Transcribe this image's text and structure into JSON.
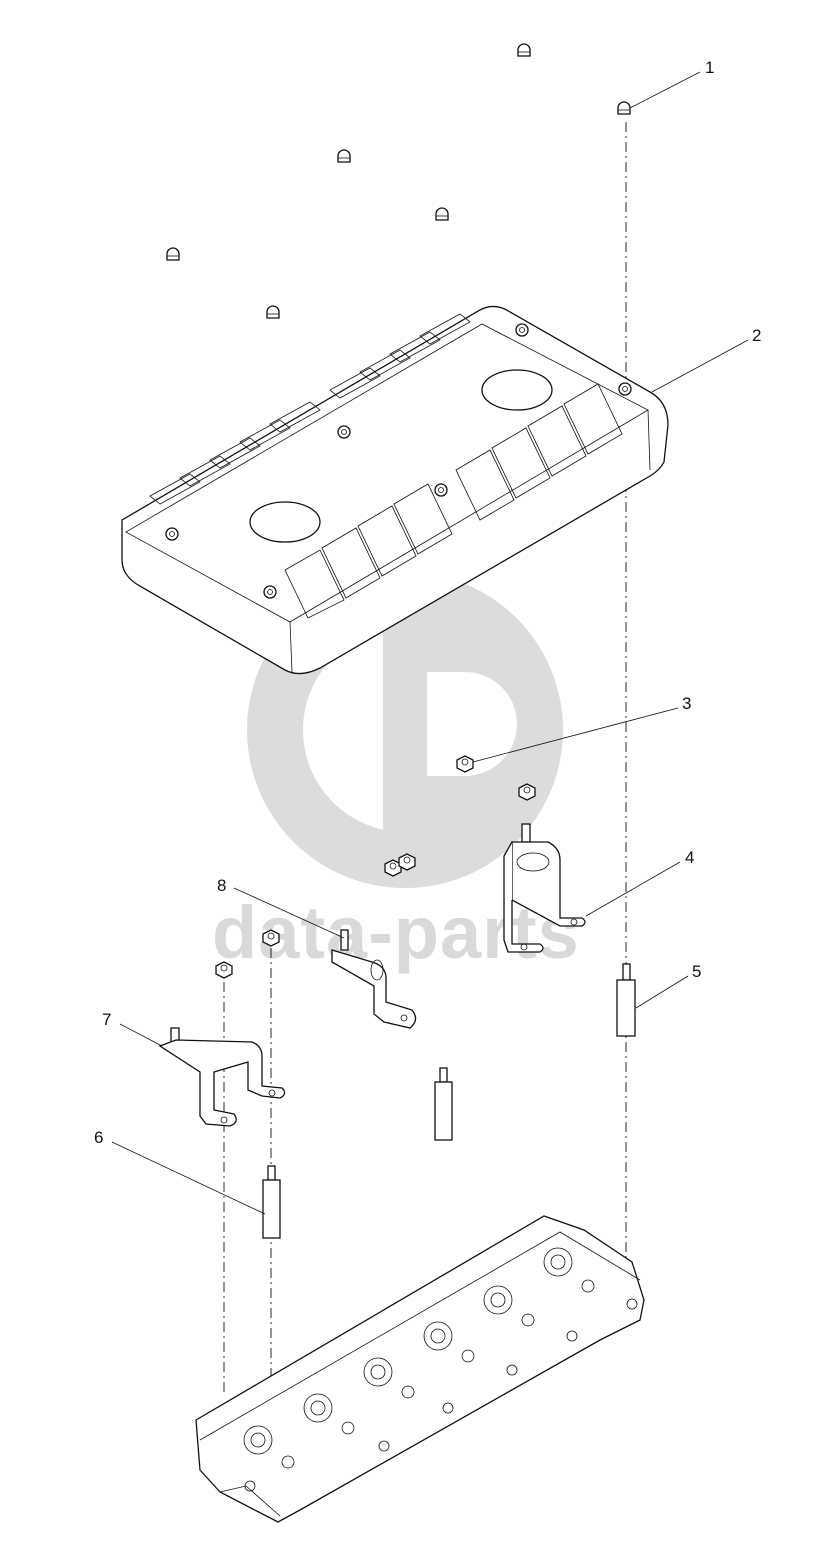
{
  "watermark": {
    "text": "data-parts",
    "color": "#d9d9d9"
  },
  "callouts": [
    {
      "id": "1",
      "label": "1"
    },
    {
      "id": "2",
      "label": "2"
    },
    {
      "id": "3",
      "label": "3"
    },
    {
      "id": "4",
      "label": "4"
    },
    {
      "id": "5",
      "label": "5"
    },
    {
      "id": "6",
      "label": "6"
    },
    {
      "id": "7",
      "label": "7"
    },
    {
      "id": "8",
      "label": "8"
    }
  ],
  "parts": {
    "cap_nut": "cap-nut-icon",
    "valve_cover": "valve-cover-icon",
    "hex_nut": "hex-nut-icon",
    "bracket": "bracket-icon",
    "stud": "stud-icon",
    "cylinder_head": "cylinder-head-icon"
  }
}
